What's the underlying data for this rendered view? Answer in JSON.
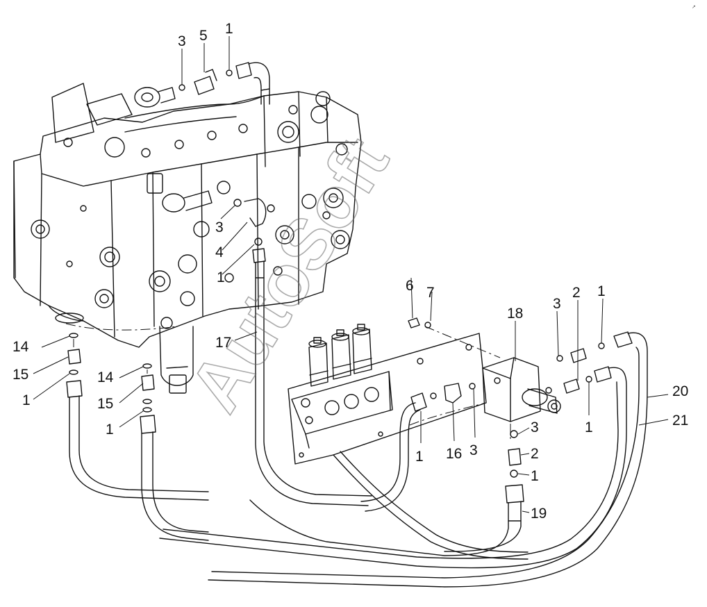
{
  "watermark": "AutoSoft",
  "corner_mark": "↗",
  "callouts": [
    {
      "id": "c-3a",
      "label": "3"
    },
    {
      "id": "c-5",
      "label": "5"
    },
    {
      "id": "c-1a",
      "label": "1"
    },
    {
      "id": "c-3b",
      "label": "3"
    },
    {
      "id": "c-4",
      "label": "4"
    },
    {
      "id": "c-1b",
      "label": "1"
    },
    {
      "id": "c-6",
      "label": "6"
    },
    {
      "id": "c-7",
      "label": "7"
    },
    {
      "id": "c-18",
      "label": "18"
    },
    {
      "id": "c-3c",
      "label": "3"
    },
    {
      "id": "c-2a",
      "label": "2"
    },
    {
      "id": "c-1c",
      "label": "1"
    },
    {
      "id": "c-14a",
      "label": "14"
    },
    {
      "id": "c-15a",
      "label": "15"
    },
    {
      "id": "c-1d",
      "label": "1"
    },
    {
      "id": "c-17",
      "label": "17"
    },
    {
      "id": "c-14b",
      "label": "14"
    },
    {
      "id": "c-15b",
      "label": "15"
    },
    {
      "id": "c-1e",
      "label": "1"
    },
    {
      "id": "c-20",
      "label": "20"
    },
    {
      "id": "c-21",
      "label": "21"
    },
    {
      "id": "c-1f",
      "label": "1"
    },
    {
      "id": "c-16",
      "label": "16"
    },
    {
      "id": "c-3d",
      "label": "3"
    },
    {
      "id": "c-3e",
      "label": "3"
    },
    {
      "id": "c-2b",
      "label": "2"
    },
    {
      "id": "c-1g",
      "label": "1"
    },
    {
      "id": "c-19",
      "label": "19"
    },
    {
      "id": "c-1h",
      "label": "1"
    }
  ]
}
